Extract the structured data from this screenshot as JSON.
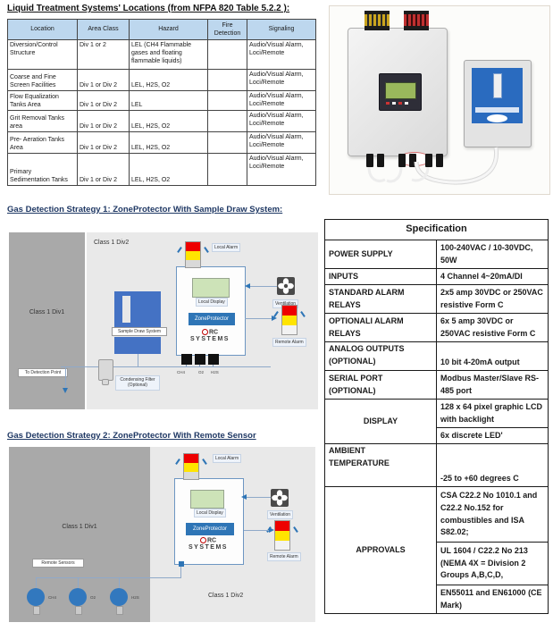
{
  "headings": {
    "locations_title": "Liquid Treatment Systems' Locations (from NFPA 820 Table 5.2.2 ):",
    "strategy1": "Gas Detection Strategy 1: ZoneProtector With Sample Draw System:",
    "strategy2": "Gas Detection Strategy 2: ZoneProtector With Remote Sensor"
  },
  "locations_table": {
    "headers": [
      "Location",
      "Area Class",
      "Hazard",
      "Fire\nDetection",
      "Signaling"
    ],
    "rows": [
      {
        "location": "Diversion/Control\nStructure",
        "area_class": "Div 1 or 2",
        "hazard": "LEL (CH4 Flammable\ngases and floating\nflammable liquids)",
        "fire_detection": "",
        "signaling": "Audio/Visual Alarm,\nLoci/Remote"
      },
      {
        "location": "Coarse and Fine\nScreen Facilities",
        "area_class": "Div 1 or Div 2",
        "hazard": "LEL, H2S, O2",
        "fire_detection": "",
        "signaling": "Audio/Visual Alarm,\nLoci/Remote"
      },
      {
        "location": "Flow Equalization\nTanks Area",
        "area_class": "Div 1 or Div 2",
        "hazard": "LEL",
        "fire_detection": "",
        "signaling": "Audio/Visual Alarm,\nLoci/Remote"
      },
      {
        "location": "Grit Removal Tanks\narea",
        "area_class": "Div 1 or Div 2",
        "hazard": "LEL, H2S, O2",
        "fire_detection": "",
        "signaling": "Audio/Visual Alarm,\nLoci/Remote"
      },
      {
        "location": "Pre- Aeration Tanks\nArea",
        "area_class": "Div 1 or Div 2",
        "hazard": "LEL, H2S, O2",
        "fire_detection": "",
        "signaling": "Audio/Visual Alarm,\nLoci/Remote"
      },
      {
        "location": "Primary\nSedimentation Tanks",
        "area_class": "Div 1 or Div 2",
        "hazard": "LEL, H2S, O2",
        "fire_detection": "",
        "signaling": "Audio/Visual Alarm,\nLoci/Remote"
      }
    ]
  },
  "spec_table": {
    "title": "Specification",
    "rows": [
      {
        "label": "POWER SUPPLY",
        "values": [
          "100-240VAC / 10-30VDC,\n50W"
        ]
      },
      {
        "label": "INPUTS",
        "values": [
          "4 Channel 4~20mA/DI"
        ]
      },
      {
        "label": "STANDARD ALARM\nRELAYS",
        "values": [
          "2x5 amp 30VDC or 250VAC\nresistive Form C"
        ]
      },
      {
        "label": "OPTIONALI ALARM\nRELAYS",
        "values": [
          "6x 5 amp 30VDC or\n250VAC resistive Form C"
        ]
      },
      {
        "label": "ANALOG OUTPUTS\n(OPTIONAL)",
        "values": [
          "10 bit 4-20mA output"
        ]
      },
      {
        "label": "SERIAL PORT\n(OPTIONAL)",
        "values": [
          "Modbus Master/Slave RS-\n485 port"
        ]
      },
      {
        "label": "DISPLAY",
        "values": [
          "128 x 64 pixel graphic LCD\nwith backlight",
          "6x discrete LED'"
        ]
      },
      {
        "label": "AMBIENT\nTEMPERATURE",
        "values": [
          "-25 to +60 degrees C"
        ]
      },
      {
        "label": "APPROVALS",
        "values": [
          "CSA C22.2 No 1010.1 and\nC22.2 No.152 for\ncombustibles and ISA\nS82.02;",
          "UL 1604 / C22.2 No 213\n(NEMA 4X = Division 2\nGroups A,B,C,D,",
          "EN55011 and EN61000 (CE\nMark)"
        ]
      }
    ]
  },
  "diagram1": {
    "zone1": "Class 1 Div1",
    "zone2": "Class 1 Div2",
    "sample_draw": "Sample Draw System",
    "local_alarm": "Local Alarm",
    "local_display": "Local Display",
    "zoneprotector": "ZoneProtector",
    "brand_line1": "RC",
    "brand_line2": "SYSTEMS",
    "ventilation": "Ventilation",
    "remote_alarm": "Remote Alarm",
    "to_detection": "To Detection Point",
    "condensing_filter": "Condensing Filter (Optional)",
    "channels": [
      "CH4",
      "O2",
      "H2S"
    ]
  },
  "diagram2": {
    "zone1": "Class 1 Div1",
    "zone2": "Class 1 Div2",
    "local_alarm": "Local Alarm",
    "local_display": "Local Display",
    "zoneprotector": "ZoneProtector",
    "brand_line1": "RC",
    "brand_line2": "SYSTEMS",
    "ventilation": "Ventilation",
    "remote_alarm": "Remote Alarm",
    "remote_sensors": "Remote Sensors",
    "sensors": [
      "CH4",
      "O2",
      "H2S"
    ]
  },
  "icons": {
    "ventilation": "fan-icon",
    "local_alarm": "beacon-stack-icon",
    "remote_alarm": "beacon-stack-icon",
    "remote_sensor": "circle-sensor-icon"
  },
  "colors": {
    "heading_navy": "#1F3864",
    "table_header_bg": "#BDD7EE",
    "accent_blue": "#2E75B6",
    "sample_draw_blue": "#4472C4",
    "alarm_red": "#EE0000",
    "alarm_yellow": "#FFE400",
    "lcd_green": "#CDE3B8",
    "zone_dark_gray": "#A9A9A9",
    "zone_light_gray": "#E9E9E9",
    "sensor_blue": "#3278BE",
    "brand_red": "#C00000"
  }
}
